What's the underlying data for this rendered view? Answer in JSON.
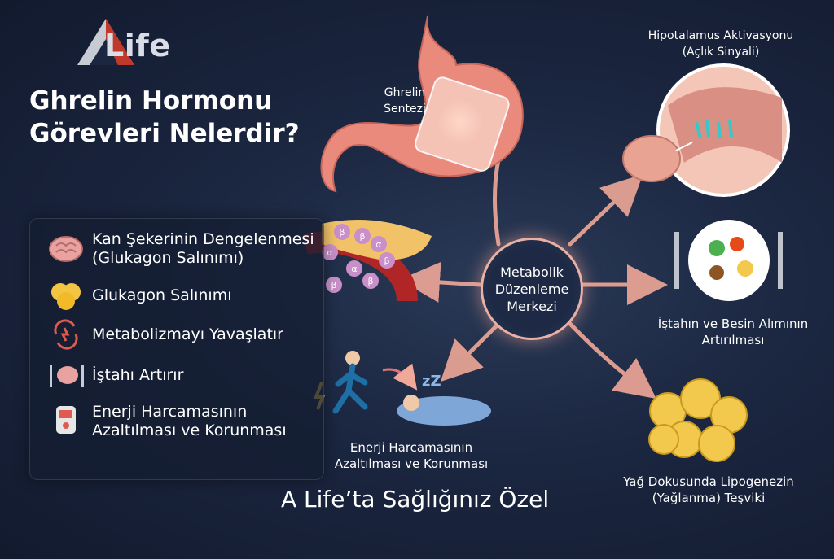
{
  "brand": {
    "name": "Life"
  },
  "title": {
    "line1": "Ghrelin Hormonu",
    "line2": "Görevleri Nelerdir?"
  },
  "panel": {
    "items": [
      {
        "icon": "brain-icon",
        "line1": "Kan Şekerinin Dengelenmesi",
        "line2": "(Glukagon Salınımı)"
      },
      {
        "icon": "fat-cell-icon",
        "line1": "Glukagon Salınımı",
        "line2": ""
      },
      {
        "icon": "metabolism-cycle-icon",
        "line1": "Metabolizmayı Yavaşlatır",
        "line2": ""
      },
      {
        "icon": "fork-knife-brain-icon",
        "line1": "İştahı Artırır",
        "line2": ""
      },
      {
        "icon": "glucose-meter-icon",
        "line1": "Enerji Harcamasının",
        "line2": "Azaltılması ve Korunması"
      }
    ]
  },
  "center": {
    "line1": "Metabolik",
    "line2": "Düzenleme",
    "line3": "Merkezi"
  },
  "labels": {
    "stomach": {
      "line1": "Ghrelin",
      "line2": "Sentezi"
    },
    "hypothalamus": {
      "line1": "Hipotalamus Aktivasyonu",
      "line2": "(Açlık Sinyali)"
    },
    "appetite": {
      "line1": "İştahın ve Besin Alımının",
      "line2": "Artırılması"
    },
    "fat": {
      "line1": "Yağ Dokusunda Lipogenezin",
      "line2": "(Yağlanma) Teşviki"
    },
    "energy": {
      "line1": "Enerji Harcamasının",
      "line2": "Azaltılması ve Korunması"
    }
  },
  "pancreas_cells": [
    "α",
    "β",
    "β",
    "α",
    "α",
    "β",
    "β",
    "β"
  ],
  "sleep_letters": "zZ",
  "footer": "A Life’ta Sağlığınız Özel",
  "colors": {
    "accent": "#e9a595",
    "background": "#1b2640",
    "stomach": "#e98a7d",
    "fat": "#f2c94c"
  }
}
